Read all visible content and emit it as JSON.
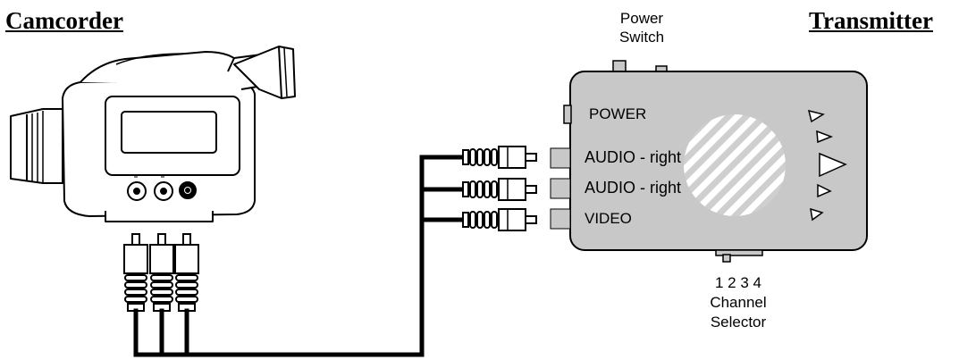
{
  "titles": {
    "camcorder": "Camcorder",
    "transmitter": "Transmitter"
  },
  "transmitter": {
    "power_label": "POWER",
    "ports": [
      "AUDIO - right",
      "AUDIO - right",
      "VIDEO"
    ],
    "power_switch_label": [
      "Power",
      "Switch"
    ],
    "channel_numbers": "1 2 3 4",
    "channel_selector_label": [
      "Channel",
      "Selector"
    ]
  },
  "colors": {
    "transmitter_body": "#c8c8c8",
    "line": "#000000"
  }
}
